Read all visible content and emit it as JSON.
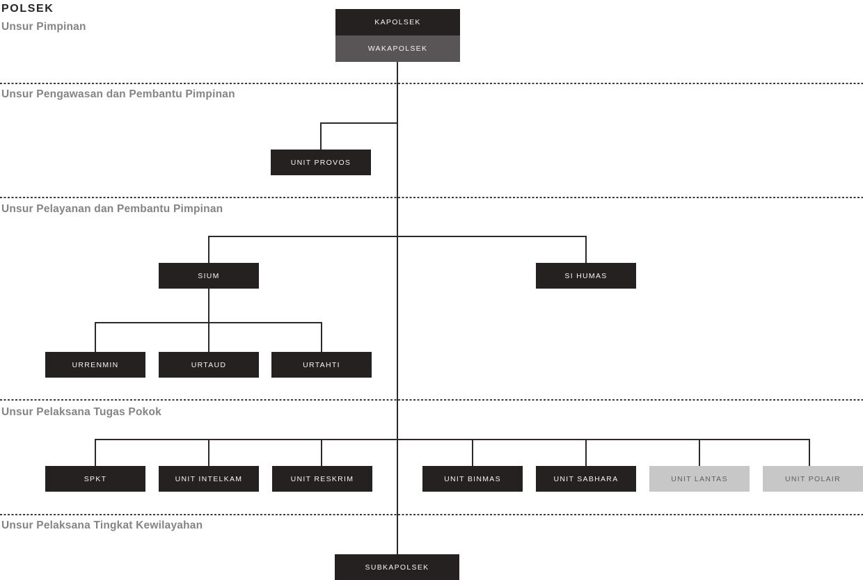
{
  "title": "POLSEK",
  "sections": {
    "pimpinan": "Unsur Pimpinan",
    "pengawasan": "Unsur Pengawasan dan Pembantu Pimpinan",
    "pelayanan": "Unsur Pelayanan dan Pembantu Pimpinan",
    "pelaksana_tugas_pokok": "Unsur Pelaksana Tugas Pokok",
    "pelaksana_kewilayahan": "Unsur Pelaksana Tingkat Kewilayahan"
  },
  "nodes": {
    "kapolsek": {
      "label": "KAPOLSEK",
      "section": "pimpinan",
      "reports_to": null,
      "style": "dark"
    },
    "wakapolsek": {
      "label": "WAKAPOLSEK",
      "section": "pimpinan",
      "reports_to": "kapolsek",
      "style": "gray"
    },
    "unit_provos": {
      "label": "UNIT PROVOS",
      "section": "pengawasan",
      "reports_to": "kapolsek",
      "style": "dark"
    },
    "sium": {
      "label": "SIUM",
      "section": "pelayanan",
      "reports_to": "kapolsek",
      "style": "dark"
    },
    "si_humas": {
      "label": "SI HUMAS",
      "section": "pelayanan",
      "reports_to": "kapolsek",
      "style": "dark"
    },
    "urrenmin": {
      "label": "URRENMIN",
      "section": "pelayanan",
      "reports_to": "sium",
      "style": "dark"
    },
    "urtaud": {
      "label": "URTAUD",
      "section": "pelayanan",
      "reports_to": "sium",
      "style": "dark"
    },
    "urtahti": {
      "label": "URTAHTI",
      "section": "pelayanan",
      "reports_to": "sium",
      "style": "dark"
    },
    "spkt": {
      "label": "SPKT",
      "section": "pelaksana_tugas_pokok",
      "reports_to": "kapolsek",
      "style": "dark"
    },
    "unit_intelkam": {
      "label": "UNIT INTELKAM",
      "section": "pelaksana_tugas_pokok",
      "reports_to": "kapolsek",
      "style": "dark"
    },
    "unit_reskrim": {
      "label": "UNIT RESKRIM",
      "section": "pelaksana_tugas_pokok",
      "reports_to": "kapolsek",
      "style": "dark"
    },
    "unit_binmas": {
      "label": "UNIT BINMAS",
      "section": "pelaksana_tugas_pokok",
      "reports_to": "kapolsek",
      "style": "dark"
    },
    "unit_sabhara": {
      "label": "UNIT SABHARA",
      "section": "pelaksana_tugas_pokok",
      "reports_to": "kapolsek",
      "style": "dark"
    },
    "unit_lantas": {
      "label": "UNIT LANTAS",
      "section": "pelaksana_tugas_pokok",
      "reports_to": "kapolsek",
      "style": "light"
    },
    "unit_polair": {
      "label": "UNIT POLAIR",
      "section": "pelaksana_tugas_pokok",
      "reports_to": "kapolsek",
      "style": "light"
    },
    "subkapolsek": {
      "label": "SUBKAPOLSEK",
      "section": "pelaksana_kewilayahan",
      "reports_to": "kapolsek",
      "style": "dark"
    }
  },
  "colors": {
    "background": "#ffffff",
    "box_dark": "#262121",
    "box_gray": "#595455",
    "box_light": "#c8c7c7",
    "box_text_on_dark": "#f5f4f4",
    "box_text_on_light": "#5f5f5f",
    "connector_line": "#2e2829",
    "divider_dots": "#3d3839",
    "section_label": "#848484",
    "title_text": "#262122"
  }
}
